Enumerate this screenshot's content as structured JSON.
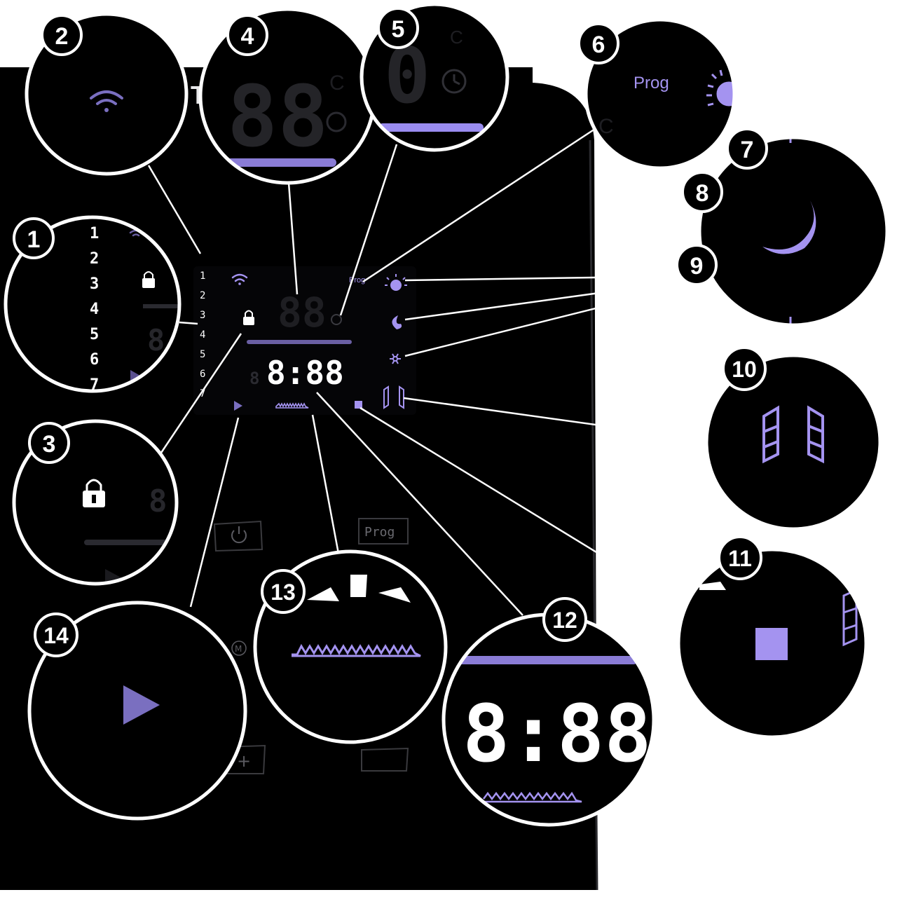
{
  "diagram": {
    "title": "",
    "colors": {
      "background": "#000000",
      "panel": "#050507",
      "lilac": "#a493f0",
      "lilac_dim": "#6a5fa3",
      "white_lcd": "#ffffff",
      "ghost": "#1e1e22",
      "badge": "#000000",
      "badge_text": "#ffffff",
      "outline": "#ffffff"
    },
    "panel": {
      "brand_fragment": "TE",
      "temp_display": "88",
      "time_display": "8:88",
      "prog_label": "Prog",
      "button_prog_label": "Prog",
      "button_mode_label": "M",
      "button_plus_label": "+",
      "level_digits": [
        "1",
        "2",
        "3",
        "4",
        "5",
        "6",
        "7"
      ]
    },
    "callouts": [
      {
        "number": "1",
        "feature": "power-level-indicator"
      },
      {
        "number": "2",
        "feature": "wifi-indicator"
      },
      {
        "number": "3",
        "feature": "child-lock-indicator"
      },
      {
        "number": "4",
        "feature": "temperature-display"
      },
      {
        "number": "5",
        "feature": "timer-indicator"
      },
      {
        "number": "6",
        "feature": "program-indicator"
      },
      {
        "number": "7",
        "feature": "comfort-mode-indicator"
      },
      {
        "number": "8",
        "feature": "eco-mode-indicator"
      },
      {
        "number": "9",
        "feature": "antifreeze-mode-indicator"
      },
      {
        "number": "10",
        "feature": "open-window-indicator"
      },
      {
        "number": "11",
        "feature": "stop-indicator"
      },
      {
        "number": "12",
        "feature": "clock-display"
      },
      {
        "number": "13",
        "feature": "heating-indicator"
      },
      {
        "number": "14",
        "feature": "run-indicator"
      }
    ],
    "zoom_text": {
      "c1_digits": [
        "1",
        "2",
        "3",
        "4",
        "5",
        "6",
        "7"
      ],
      "c4_digits": "88",
      "c4_unit": "C",
      "c5_unit": "C",
      "c6_label": "Prog",
      "c6_unit": "C",
      "c12_time": "8:88"
    }
  }
}
